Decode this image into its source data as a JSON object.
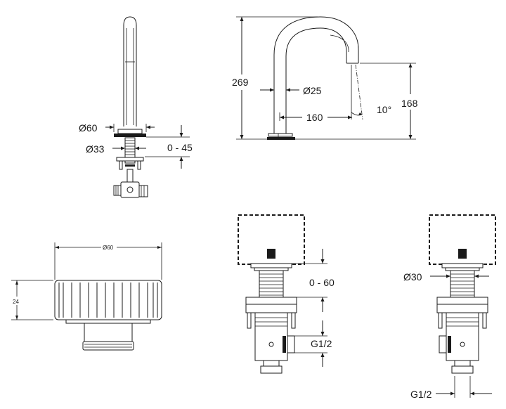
{
  "drawing": {
    "spout_front": {
      "d_base": "Ø60",
      "d_shank": "Ø33",
      "range": "0 - 45"
    },
    "spout_side": {
      "height": "269",
      "spout_height": "168",
      "reach": "160",
      "angle": "10°",
      "d_pipe": "Ø25"
    },
    "handle_plan": {
      "diameter": "Ø60",
      "height": "24"
    },
    "valve_left": {
      "range": "0 - 60",
      "thread": "G1/2"
    },
    "valve_right": {
      "diameter": "Ø30",
      "thread": "G1/2"
    }
  }
}
